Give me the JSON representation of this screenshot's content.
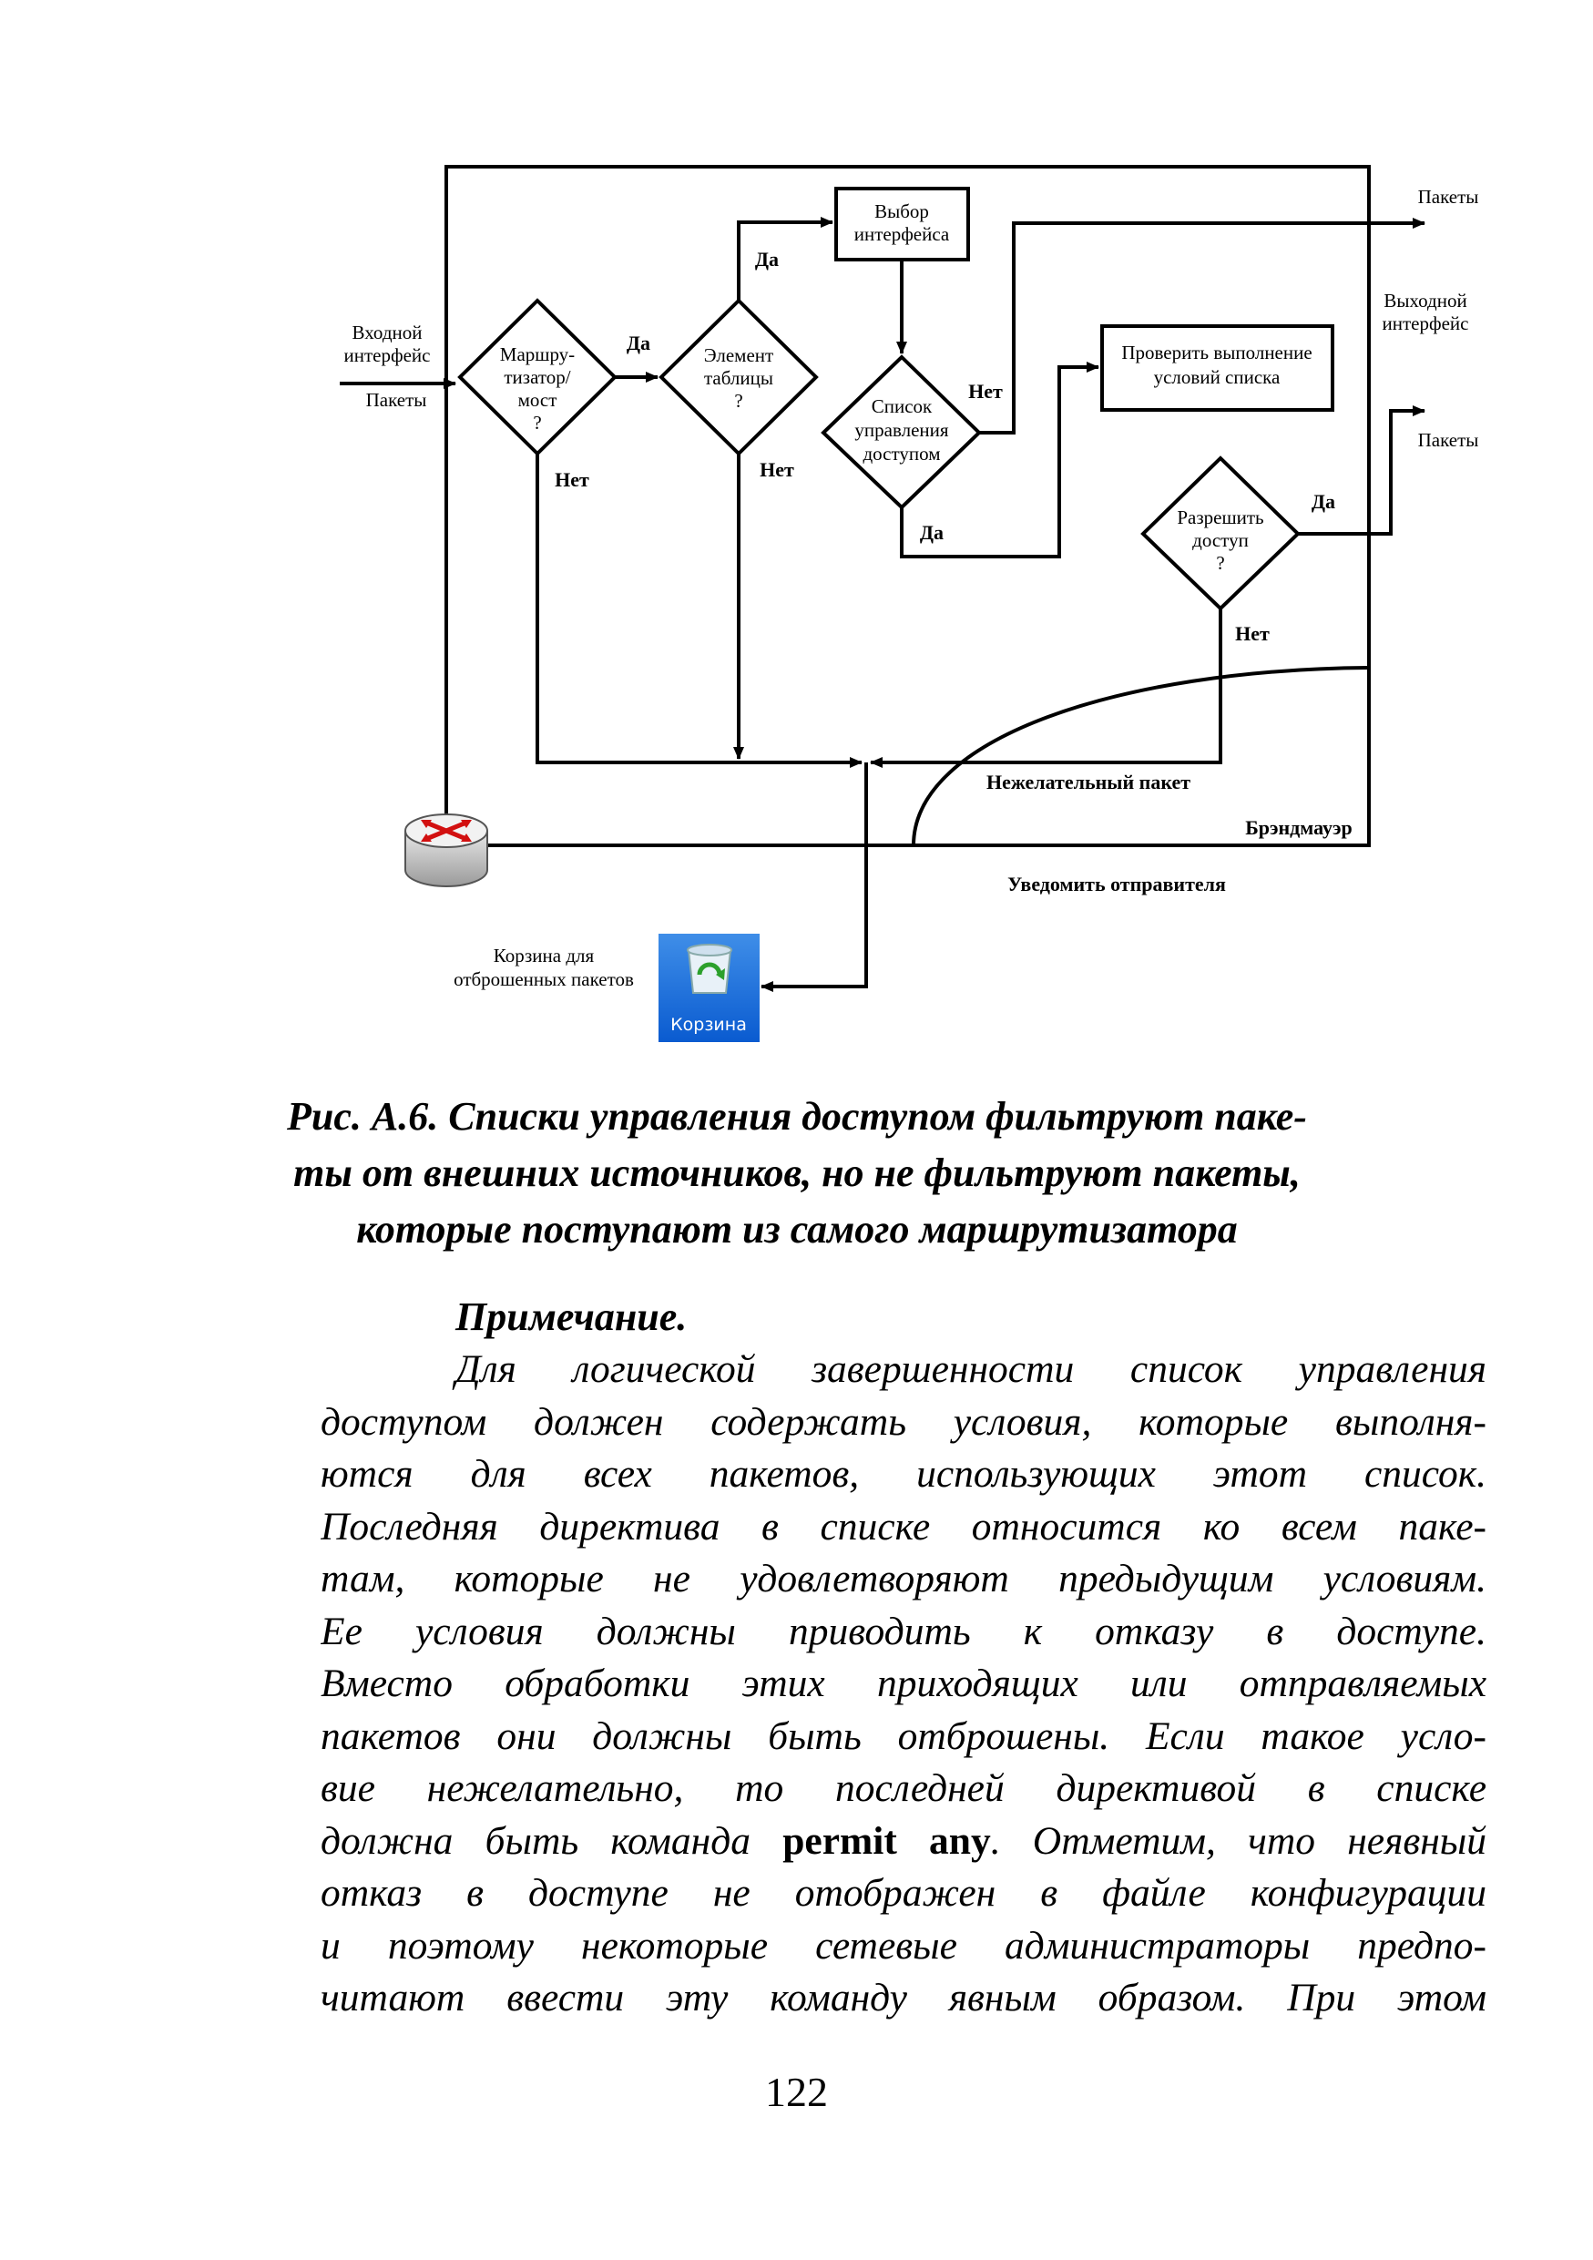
{
  "diagram": {
    "input_interface": [
      "Входной",
      "интерфейс"
    ],
    "packets_in": "Пакеты",
    "router_decision": [
      "Маршру-",
      "тизатор/",
      "мост",
      "?"
    ],
    "table_decision": [
      "Элемент",
      "таблицы",
      "?"
    ],
    "interface_select": [
      "Выбор",
      "интерфейса"
    ],
    "acl_decision": [
      "Список",
      "управления",
      "доступом"
    ],
    "check_conditions": [
      "Проверить выполнение",
      "условий списка"
    ],
    "allow_decision": [
      "Разрешить",
      "доступ",
      "?"
    ],
    "packets_out_top": "Пакеты",
    "output_interface": [
      "Выходной",
      "интерфейс"
    ],
    "packets_out_right": "Пакеты",
    "yes": "Да",
    "no": "Нет",
    "unwanted_packet": "Нежелательный пакет",
    "firewall": "Брэндмауэр",
    "notify_sender": "Уведомить отправителя",
    "trash_label": [
      "Корзина для",
      "отброшенных пакетов"
    ],
    "trash_icon_text": "Корзина"
  },
  "caption": [
    "Рис. А.6. Списки управления доступом фильтруют паке-",
    "ты от внешних источников, но не фильтруют пакеты,",
    "которые поступают из самого маршрутизатора"
  ],
  "note": {
    "title": "Примечание.",
    "lines": [
      "Для логической завершенности список управления",
      "доступом должен содержать условия, которые выполня-",
      "ются для всех пакетов, использующих этот список.",
      "Последняя директива в списке относится ко всем паке-",
      "там, которые не удовлетворяют предыдущим условиям.",
      "Ее условия должны приводить к отказу в доступе.",
      "Вместо обработки этих приходящих или отправляемых",
      "пакетов они должны быть отброшены. Если такое усло-",
      "вие нежелательно, то последней директивой в списке"
    ],
    "line10_before": "должна быть команда ",
    "line10_bold": "permit any",
    "line10_after": ". Отметим, что неявный",
    "lines_tail": [
      "отказ в доступе не отображен в файле конфигурации",
      "и поэтому некоторые сетевые администраторы предпо-",
      "читают ввести эту команду явным образом. При этом"
    ]
  },
  "page_number": "122"
}
